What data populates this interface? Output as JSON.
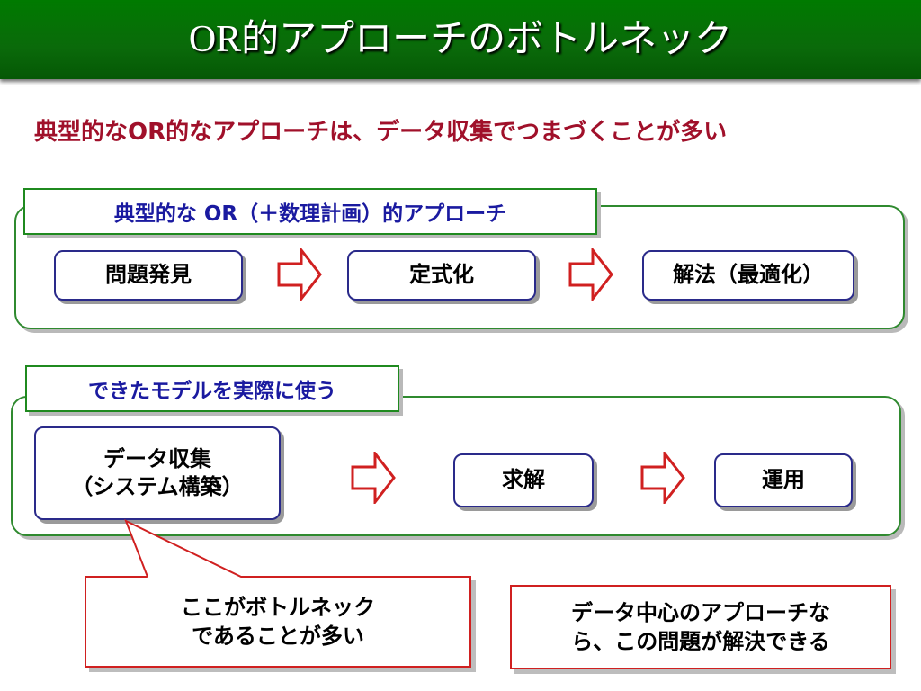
{
  "title": "OR的アプローチのボトルネック",
  "subtitle": "典型的なOR的なアプローチは、データ収集でつまづくことが多い",
  "section1": {
    "label": "典型的な OR（＋数理計画）的アプローチ",
    "steps": [
      "問題発見",
      "定式化",
      "解法（最適化）"
    ]
  },
  "section2": {
    "label": "できたモデルを実際に使う",
    "steps": [
      {
        "line1": "データ収集",
        "line2": "（システム構築）"
      },
      {
        "line1": "求解"
      },
      {
        "line1": "運用"
      }
    ]
  },
  "callout_left": {
    "line1": "ここがボトルネック",
    "line2": "であることが多い"
  },
  "callout_right": {
    "line1": "データ中心のアプローチな",
    "line2": "ら、この問題が解決できる"
  },
  "colors": {
    "title_bar": "#0a6a0a",
    "subtitle": "#a0102a",
    "label_text": "#1a1aa0",
    "arrow": "#d02020",
    "group_border": "#2f8a2f"
  }
}
